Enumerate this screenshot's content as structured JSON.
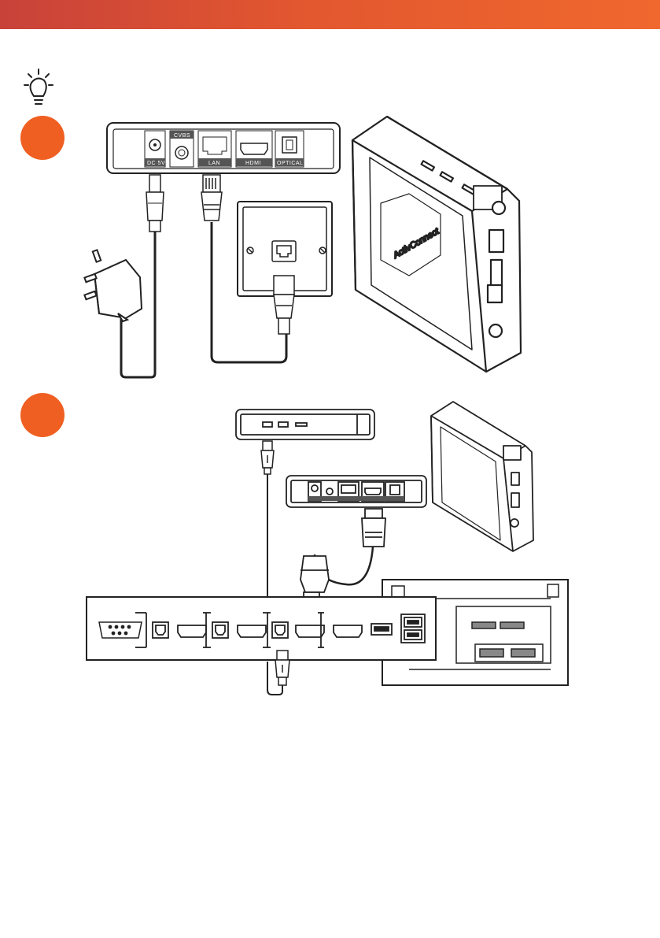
{
  "header": {
    "accent_color": "#f0682e"
  },
  "tip": {
    "icon": "lightbulb-icon"
  },
  "steps": [
    {
      "id": 1,
      "color": "#f05f22"
    },
    {
      "id": 2,
      "color": "#f05f22"
    }
  ],
  "box_rear_ports": {
    "cvbs": "CVBS",
    "dc": "DC 5V",
    "lan": "LAN",
    "hdmi": "HDMI",
    "optical": "OPTICAL"
  },
  "brand": "ActivConnect"
}
